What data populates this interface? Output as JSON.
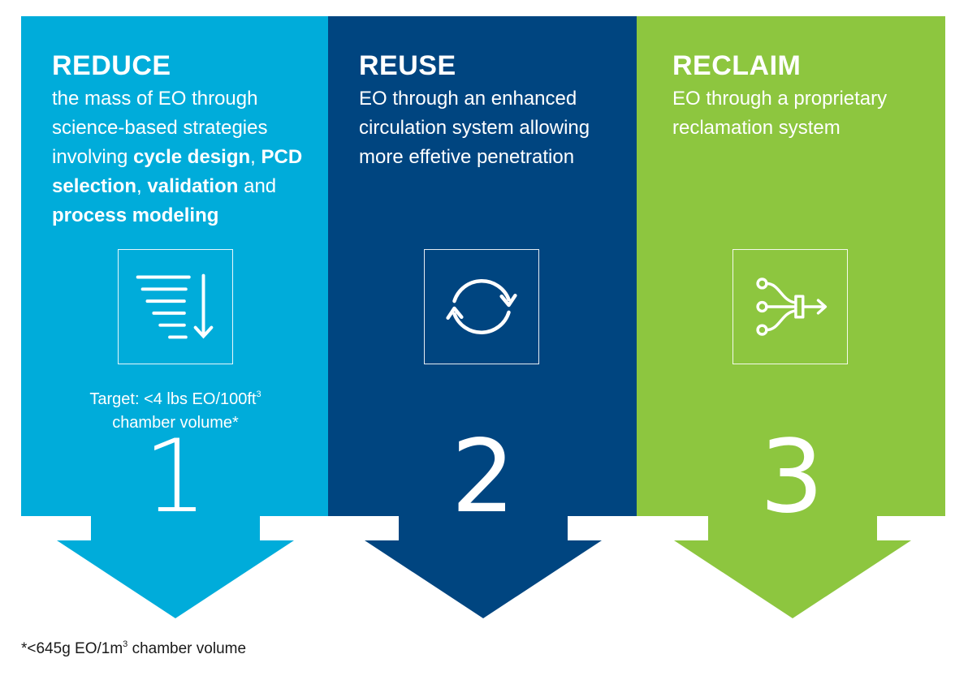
{
  "colors": {
    "reduce": "#00acda",
    "reuse": "#004580",
    "reclaim": "#8dc63f"
  },
  "panels": [
    {
      "title": "REDUCE",
      "description_parts": [
        "the mass of EO through science-based strategies involving ",
        "cycle design",
        ", ",
        "PCD selection",
        ", ",
        "validation",
        " and ",
        "process modeling"
      ],
      "icon": "filter-sort-descending-icon",
      "target_line1": "Target: <4 lbs EO/100ft",
      "target_line1_sup": "3",
      "target_line2": "chamber volume*",
      "number": "1"
    },
    {
      "title": "REUSE",
      "description": "EO through an enhanced circulation system allowing more effetive penetration",
      "icon": "recycle-circular-arrows-icon",
      "number": "2"
    },
    {
      "title": "RECLAIM",
      "description": "EO through a proprietary reclamation system",
      "icon": "branching-merge-arrow-icon",
      "number": "3"
    }
  ],
  "footnote": {
    "text_before": "*<645g EO/1m",
    "sup": "3",
    "text_after": " chamber volume"
  }
}
